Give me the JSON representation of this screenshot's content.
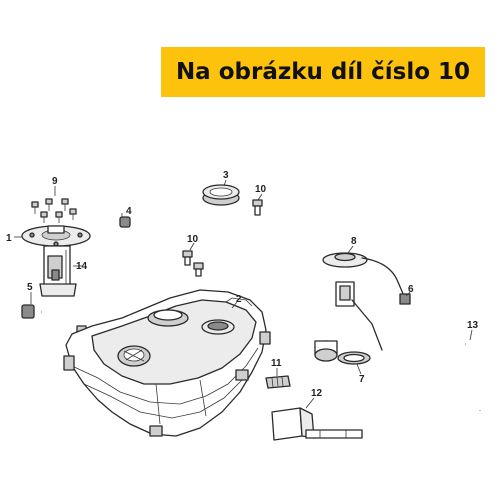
{
  "banner": {
    "text": "Na obrázku díl číslo 10",
    "background": "#fdc20b"
  },
  "callouts": {
    "p1": "1",
    "p2": "2",
    "p3": "3",
    "p4": "4",
    "p5": "5",
    "p6": "6",
    "p7": "7",
    "p8": "8",
    "p9": "9",
    "p10a": "10",
    "p10b": "10",
    "p11": "11",
    "p12": "12",
    "p13": "13",
    "p14": "14"
  },
  "colors": {
    "line": "#2a2a2a",
    "shade": "#cfcfcf"
  }
}
